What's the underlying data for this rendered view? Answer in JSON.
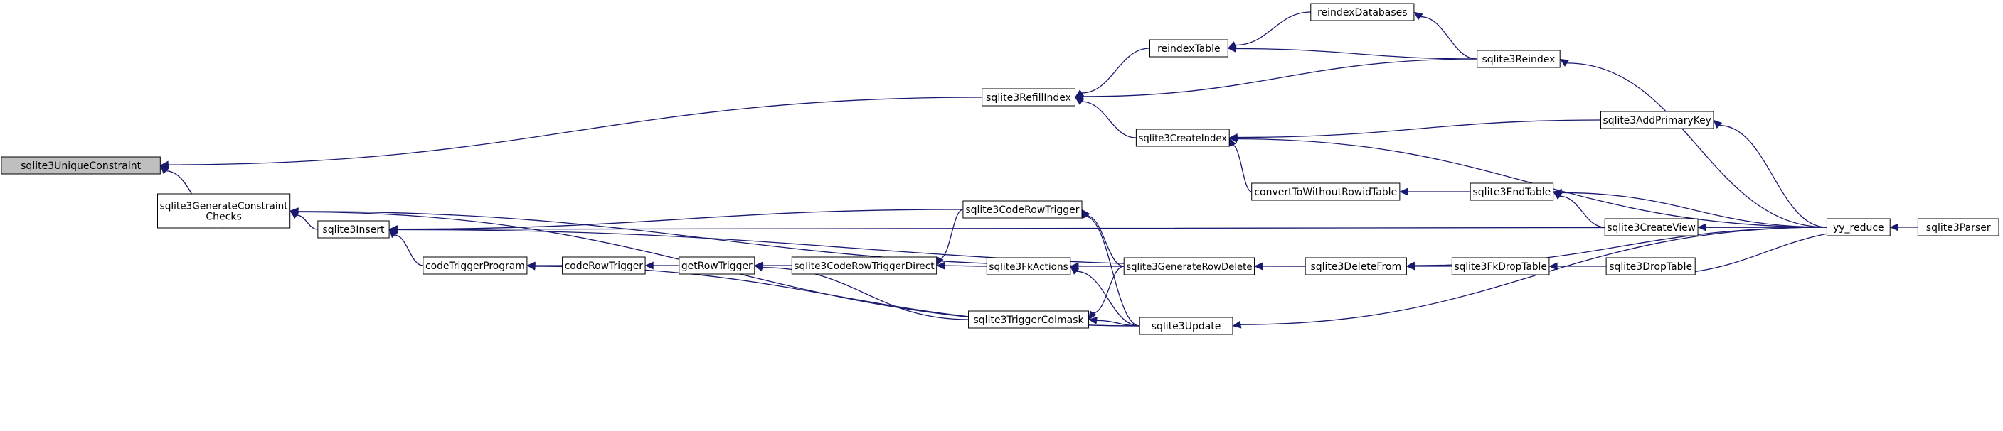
{
  "graph": {
    "colors": {
      "edge": "#191970",
      "node_border": "#000000",
      "node_fill": "#ffffff",
      "highlight_fill": "#bfbfbf"
    },
    "nodes": {
      "uc": {
        "label": "sqlite3UniqueConstraint",
        "highlight": true
      },
      "gcc": {
        "label": "sqlite3GenerateConstraint\nChecks"
      },
      "rfi": {
        "label": "sqlite3RefillIndex"
      },
      "rit": {
        "label": "reindexTable"
      },
      "rdb": {
        "label": "reindexDatabases"
      },
      "rix": {
        "label": "sqlite3Reindex"
      },
      "cri": {
        "label": "sqlite3CreateIndex"
      },
      "apk": {
        "label": "sqlite3AddPrimaryKey"
      },
      "cwr": {
        "label": "convertToWithoutRowidTable"
      },
      "etb": {
        "label": "sqlite3EndTable"
      },
      "cvw": {
        "label": "sqlite3CreateView"
      },
      "yyr": {
        "label": "yy_reduce"
      },
      "prs": {
        "label": "sqlite3Parser"
      },
      "ins": {
        "label": "sqlite3Insert"
      },
      "ctp": {
        "label": "codeTriggerProgram"
      },
      "crt": {
        "label": "codeRowTrigger"
      },
      "grt": {
        "label": "getRowTrigger"
      },
      "ctd": {
        "label": "sqlite3CodeRowTriggerDirect"
      },
      "cdt": {
        "label": "sqlite3CodeRowTrigger"
      },
      "fka": {
        "label": "sqlite3FkActions"
      },
      "tcm": {
        "label": "sqlite3TriggerColmask"
      },
      "grd": {
        "label": "sqlite3GenerateRowDelete"
      },
      "upd": {
        "label": "sqlite3Update"
      },
      "dlf": {
        "label": "sqlite3DeleteFrom"
      },
      "fdt": {
        "label": "sqlite3FkDropTable"
      },
      "dtb": {
        "label": "sqlite3DropTable"
      }
    },
    "edges": [
      [
        "gcc",
        "uc"
      ],
      [
        "rfi",
        "uc"
      ],
      [
        "ins",
        "gcc"
      ],
      [
        "upd",
        "gcc"
      ],
      [
        "cri",
        "rfi"
      ],
      [
        "rit",
        "rfi"
      ],
      [
        "rix",
        "rfi"
      ],
      [
        "rdb",
        "rit"
      ],
      [
        "rix",
        "rit"
      ],
      [
        "rix",
        "rdb"
      ],
      [
        "yyr",
        "rix"
      ],
      [
        "apk",
        "cri"
      ],
      [
        "cwr",
        "cri"
      ],
      [
        "yyr",
        "cri"
      ],
      [
        "yyr",
        "apk"
      ],
      [
        "etb",
        "cwr"
      ],
      [
        "cvw",
        "etb"
      ],
      [
        "yyr",
        "etb"
      ],
      [
        "yyr",
        "cvw"
      ],
      [
        "prs",
        "yyr"
      ],
      [
        "dtb",
        "yyr"
      ],
      [
        "ctp",
        "ins"
      ],
      [
        "cdt",
        "ins"
      ],
      [
        "dlf",
        "ins"
      ],
      [
        "yyr",
        "ins"
      ],
      [
        "crt",
        "ctp"
      ],
      [
        "grt",
        "crt"
      ],
      [
        "ctd",
        "grt"
      ],
      [
        "tcm",
        "grt"
      ],
      [
        "cdt",
        "ctd"
      ],
      [
        "fka",
        "ctd"
      ],
      [
        "grd",
        "cdt"
      ],
      [
        "upd",
        "cdt"
      ],
      [
        "grd",
        "fka"
      ],
      [
        "upd",
        "fka"
      ],
      [
        "grd",
        "tcm"
      ],
      [
        "upd",
        "tcm"
      ],
      [
        "dlf",
        "grd"
      ],
      [
        "upd",
        "ctp"
      ],
      [
        "yyr",
        "upd"
      ],
      [
        "fdt",
        "dlf"
      ],
      [
        "yyr",
        "dlf"
      ],
      [
        "dtb",
        "fdt"
      ],
      [
        "grd",
        "gcc"
      ]
    ]
  }
}
